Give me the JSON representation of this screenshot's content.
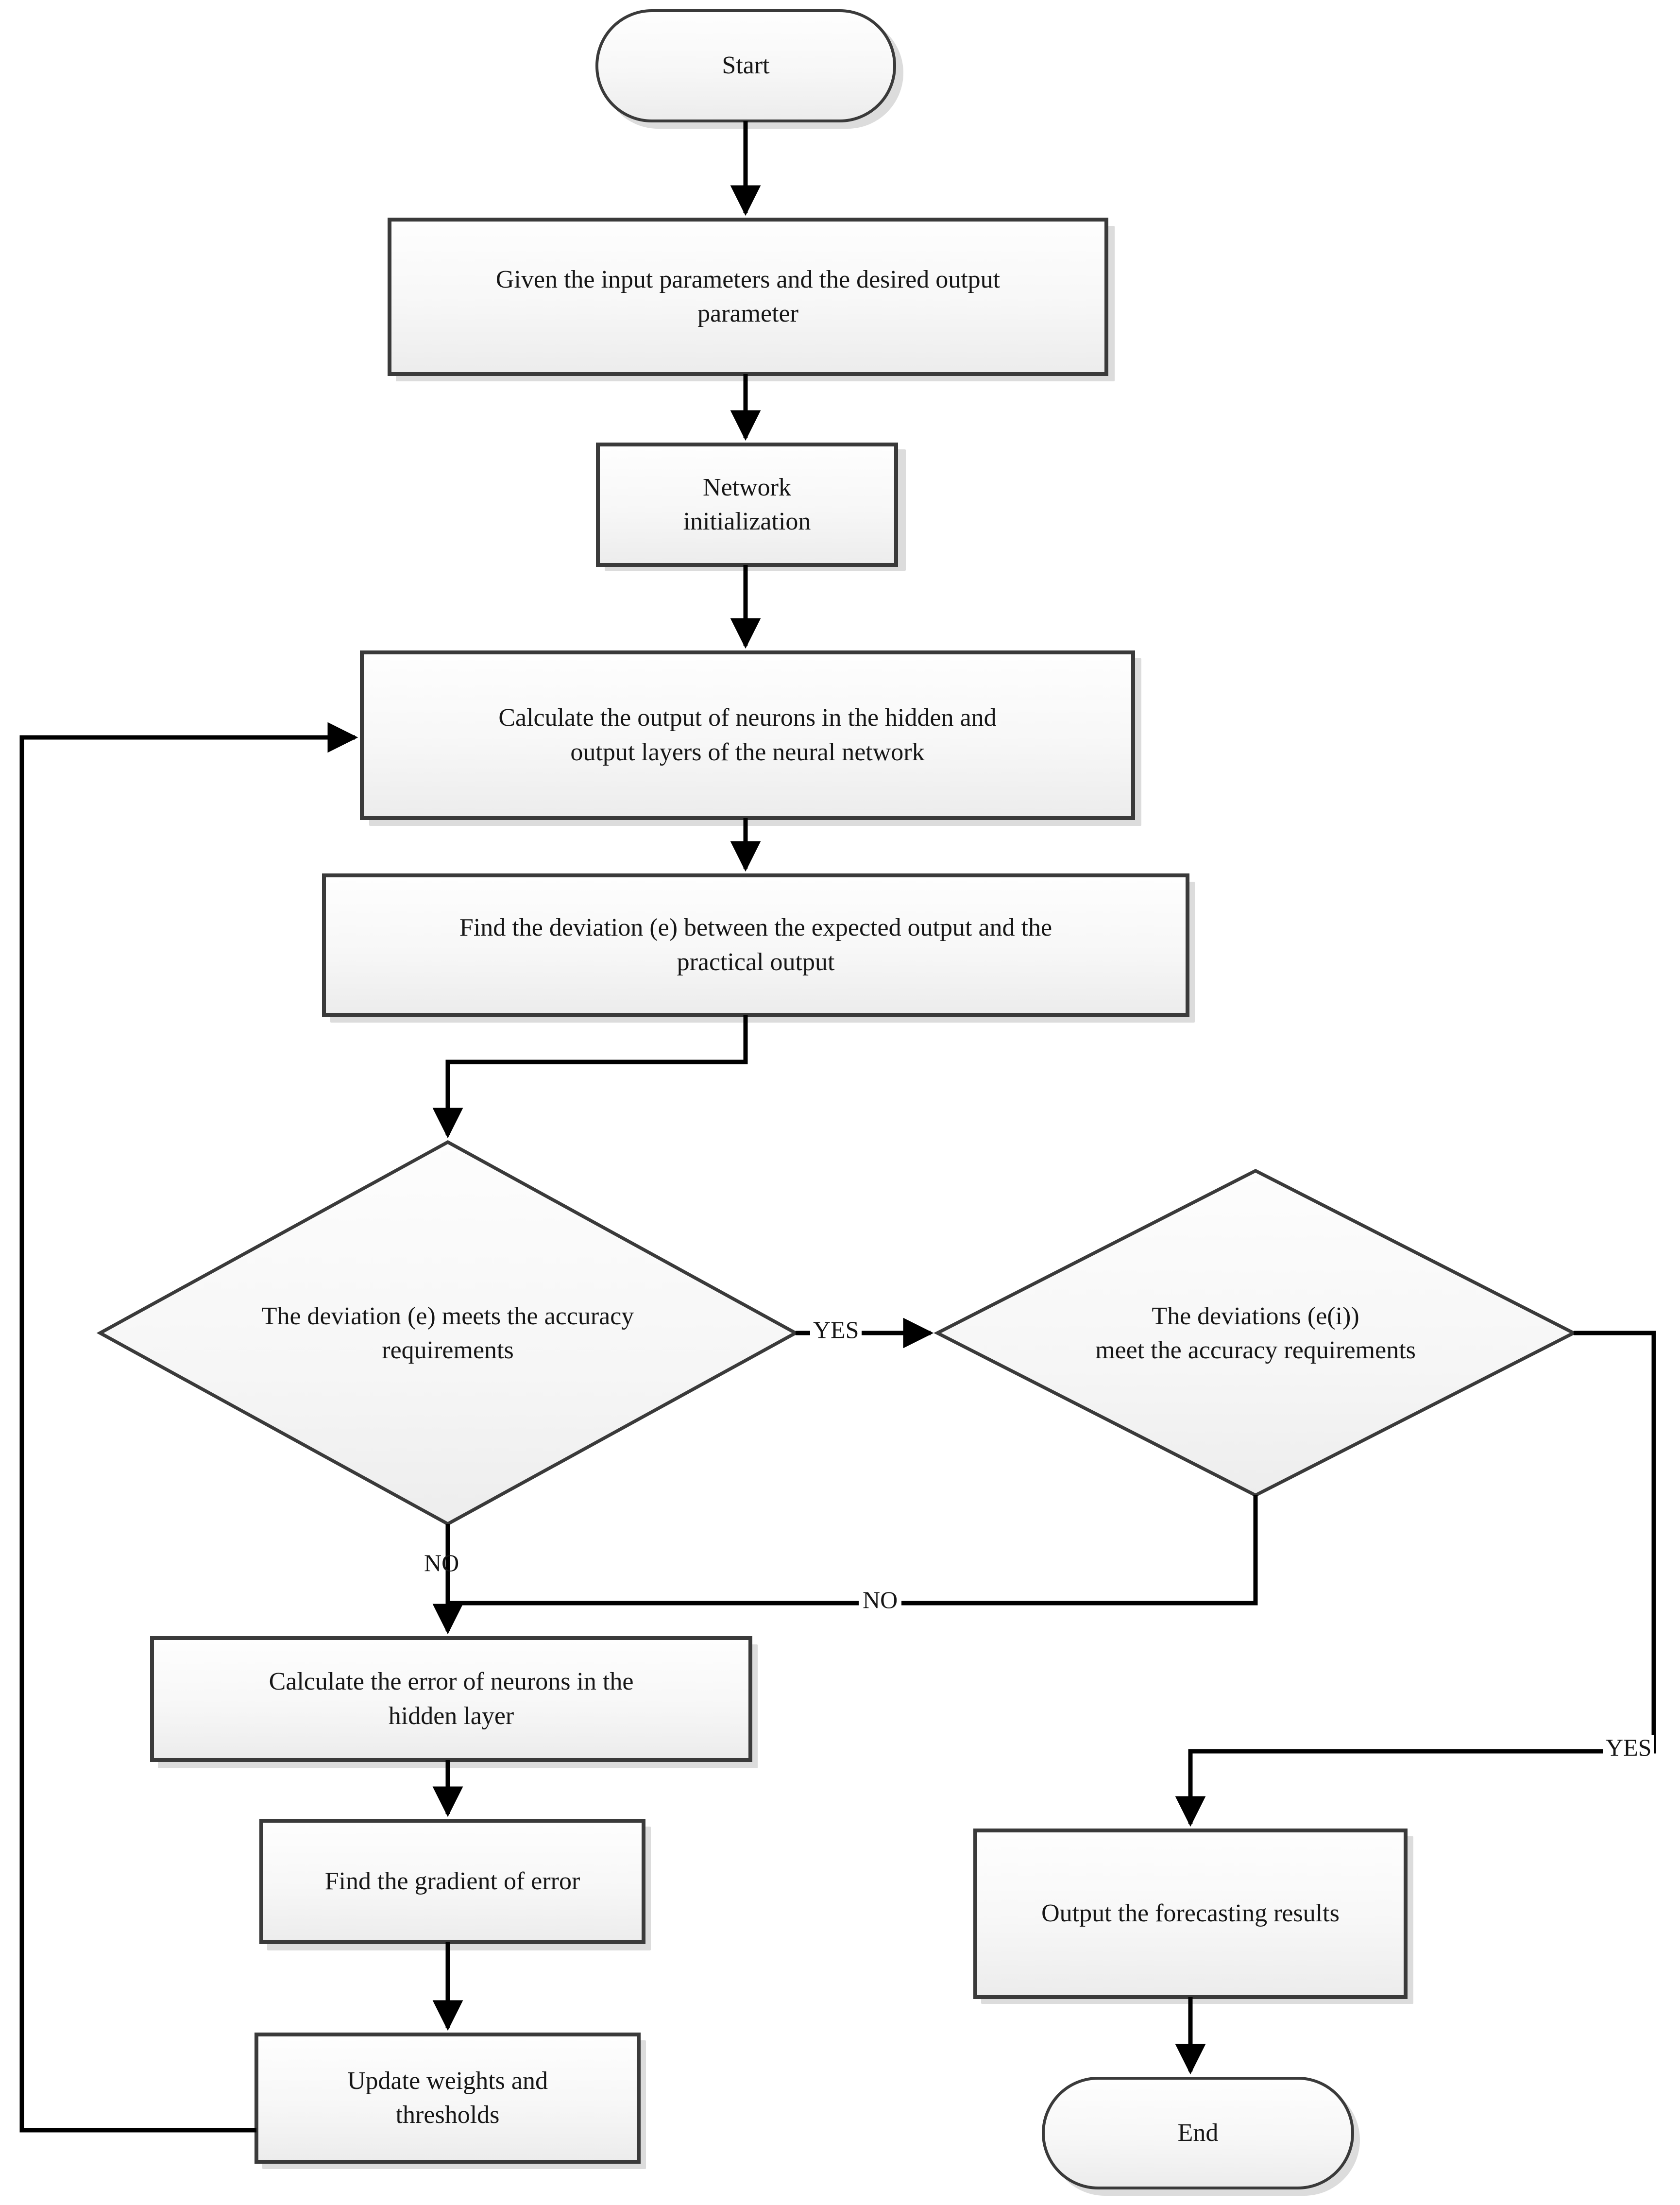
{
  "diagram": {
    "title": "BP neural network forecasting flowchart",
    "type": "flowchart",
    "colors": {
      "node_fill_top": "#fefefe",
      "node_fill_bottom": "#eeeeee",
      "node_stroke": "#3a3a3a",
      "diamond_stroke": "#3a3a3a",
      "edge_stroke": "#000000",
      "text": "#161616",
      "background": "#ffffff",
      "shadow": "#d8d8d8"
    },
    "nodes": [
      {
        "id": "start",
        "shape": "terminator",
        "label": "Start"
      },
      {
        "id": "given",
        "shape": "process",
        "label": "Given the input parameters and the desired output\nparameter"
      },
      {
        "id": "init",
        "shape": "process",
        "label": "Network\ninitialization"
      },
      {
        "id": "calc_output",
        "shape": "process",
        "label": "Calculate the output of neurons in the hidden and\noutput layers of the neural network"
      },
      {
        "id": "find_dev",
        "shape": "process",
        "label": "Find the deviation (e) between the expected output and the\npractical output"
      },
      {
        "id": "dec_e",
        "shape": "decision",
        "label": "The deviation (e) meets the accuracy\nrequirements"
      },
      {
        "id": "dec_ei",
        "shape": "decision",
        "label": "The deviations (e(i))\nmeet the accuracy requirements"
      },
      {
        "id": "calc_err",
        "shape": "process",
        "label": "Calculate the error of neurons in the\nhidden layer"
      },
      {
        "id": "grad",
        "shape": "process",
        "label": "Find the gradient of error"
      },
      {
        "id": "update",
        "shape": "process",
        "label": "Update weights and\nthresholds"
      },
      {
        "id": "output",
        "shape": "process",
        "label": "Output the forecasting results"
      },
      {
        "id": "end",
        "shape": "terminator",
        "label": "End"
      }
    ],
    "edge_labels": [
      {
        "id": "yes_between_diamonds",
        "text": "YES"
      },
      {
        "id": "no_left_down",
        "text": "NO"
      },
      {
        "id": "no_right_across",
        "text": "NO"
      },
      {
        "id": "yes_right_to_output",
        "text": "YES"
      }
    ]
  }
}
